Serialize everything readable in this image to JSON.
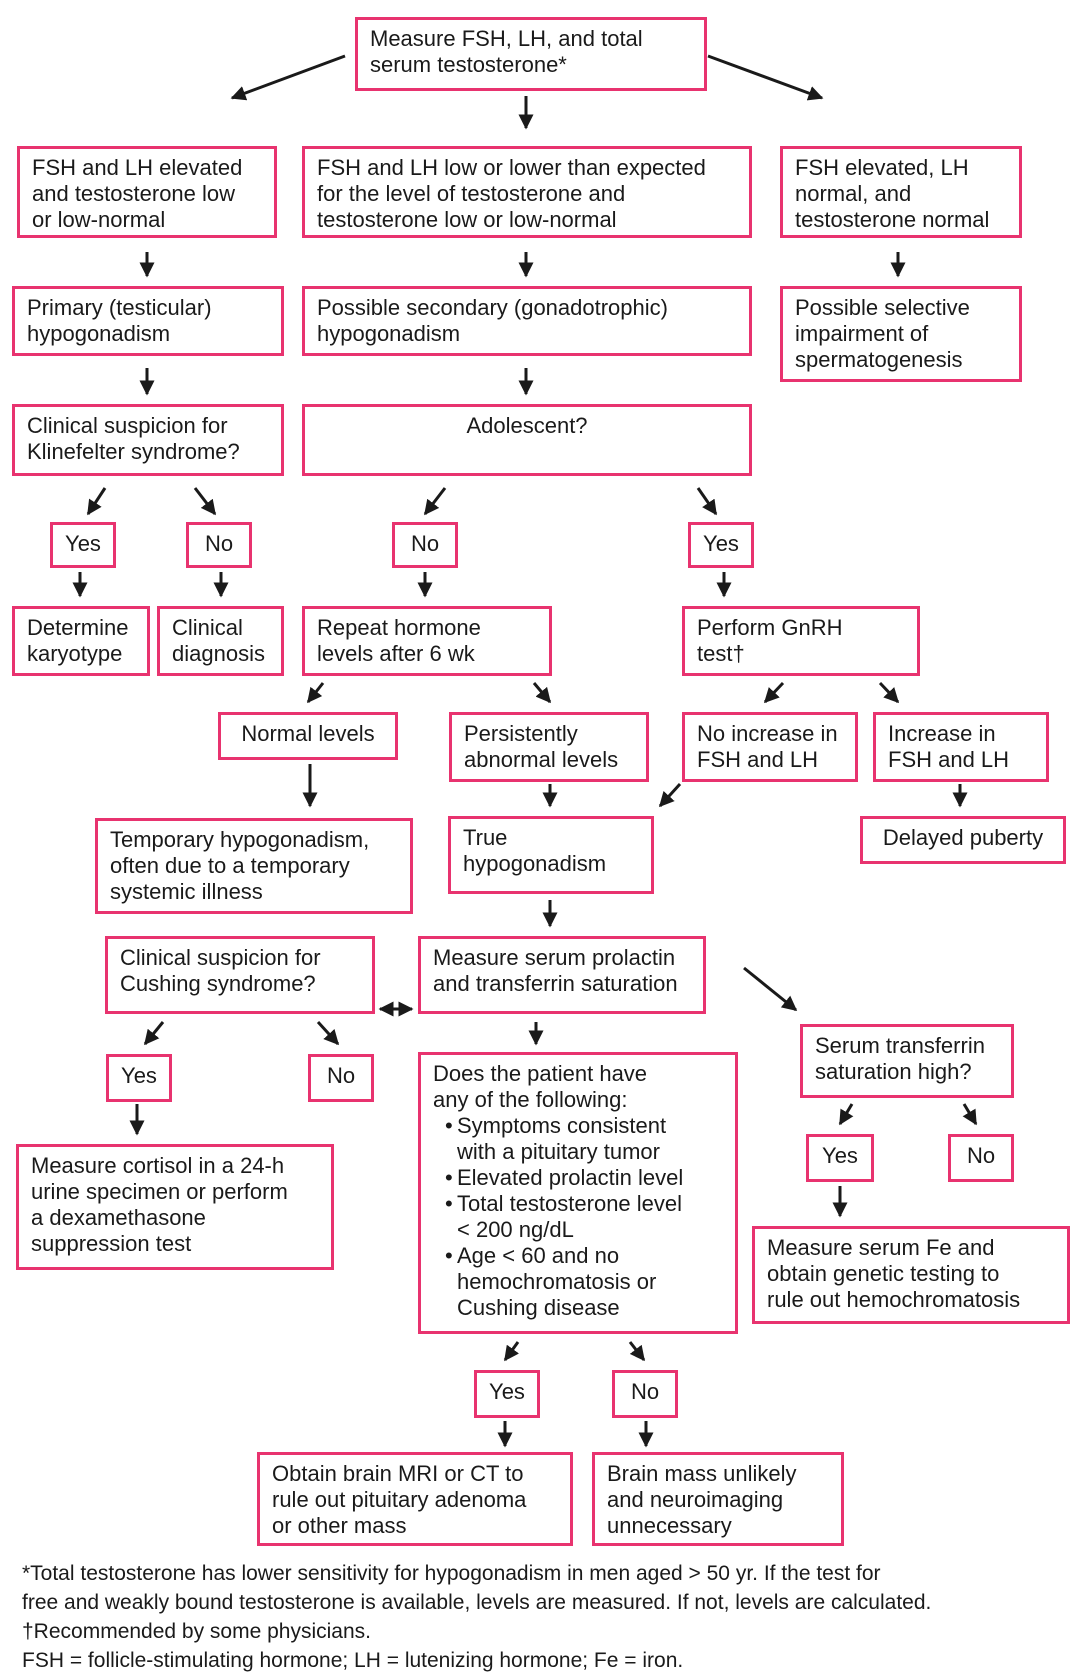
{
  "nodes": {
    "measure": "Measure FSH, LH, and total\nserum testosterone*",
    "elevated": "FSH and LH elevated\nand testosterone low\nor low-normal",
    "low": "FSH and LH low or lower than expected\nfor the level of testosterone and\ntestosterone low or low-normal",
    "fsh_elevated": "FSH elevated, LH\nnormal, and\ntestosterone normal",
    "primary": "Primary (testicular)\nhypogonadism",
    "secondary": "Possible secondary (gonadotrophic)\nhypogonadism",
    "selective": "Possible selective\nimpairment of\nspermatogenesis",
    "klinefelter": "Clinical suspicion for\nKlinefelter   syndrome?",
    "adolescent": "Adolescent?",
    "kf_yes": "Yes",
    "kf_no": "No",
    "ad_no": "No",
    "ad_yes": "Yes",
    "karyotype": "Determine\nkaryotype",
    "clinical_dx": "Clinical\ndiagnosis",
    "repeat": "Repeat hormone\nlevels after 6 wk",
    "gnrh": "Perform GnRH\ntest†",
    "normal_levels": "Normal levels",
    "persistent": "Persistently\nabnormal levels",
    "no_increase": "No increase in\nFSH and LH",
    "increase": "Increase in\nFSH and LH",
    "temporary": "Temporary hypogonadism,\noften due to a temporary\nsystemic illness",
    "true_hypo": "True\nhypogonadism",
    "delayed": "Delayed puberty",
    "cushing": "Clinical suspicion for\nCushing   syndrome?",
    "prolactin": "Measure serum prolactin\nand transferrin saturation",
    "transferrin": "Serum transferrin\nsaturation high?",
    "cu_yes": "Yes",
    "cu_no": "No",
    "tf_yes": "Yes",
    "tf_no": "No",
    "cortisol": "Measure cortisol in a 24-h\nurine specimen or perform\na dexamethasone\nsuppression test",
    "does_lead": "Does the patient have\nany of the following:",
    "does_items": [
      "Symptoms consistent\nwith a pituitary tumor",
      "Elevated prolactin level",
      "Total testosterone level\n< 200 ng/dL",
      "Age < 60 and no\nhemochromatosis or\nCushing   disease"
    ],
    "fe": "Measure serum Fe and\nobtain genetic testing to\nrule out hemochromatosis",
    "dp_yes": "Yes",
    "dp_no": "No",
    "mri": "Obtain brain MRI or CT to\nrule out pituitary adenoma\nor other mass",
    "unlikely": "Brain mass unlikely\nand neuroimaging\nunnecessary"
  },
  "footnotes": {
    "line1": "*Total testosterone has lower sensitivity for hypogonadism in men aged > 50 yr.  If the test for",
    "line2": "free and weakly bound testosterone is available, levels are measured.  If not, levels are calculated.",
    "line3": "†Recommended by some physicians.",
    "line4": "FSH = follicle-stimulating hormone; LH = lutenizing hormone; Fe = iron."
  },
  "colors": {
    "box_border": "#e8336f",
    "arrow": "#1a1a1a"
  }
}
